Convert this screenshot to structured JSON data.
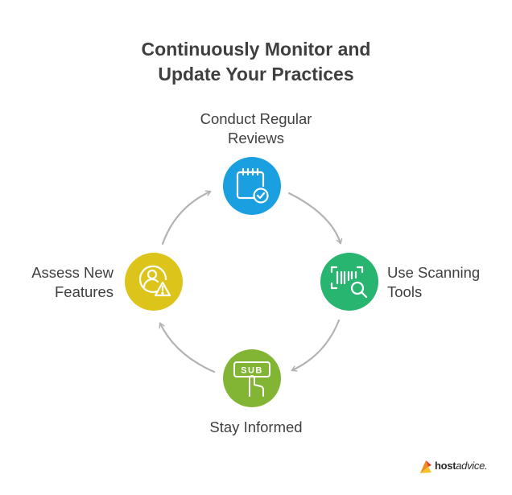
{
  "title": {
    "line1": "Continuously Monitor and",
    "line2": "Update Your Practices"
  },
  "nodes": {
    "top": {
      "line1": "Conduct Regular",
      "line2": "Reviews",
      "color": "#1a9fe0",
      "icon": "calendar-check-icon"
    },
    "right": {
      "line1": "Use Scanning",
      "line2": "Tools",
      "color": "#27b56f",
      "icon": "barcode-search-icon"
    },
    "bottom": {
      "line1": "Stay Informed",
      "color": "#82b534",
      "icon": "subscribe-tap-icon",
      "badge": "SUB"
    },
    "left": {
      "line1": "Assess New",
      "line2": "Features",
      "color": "#ddc41a",
      "icon": "user-warning-icon"
    }
  },
  "arrow_color": "#b3b3b3",
  "brand": {
    "bold": "host",
    "rest": "advice."
  }
}
